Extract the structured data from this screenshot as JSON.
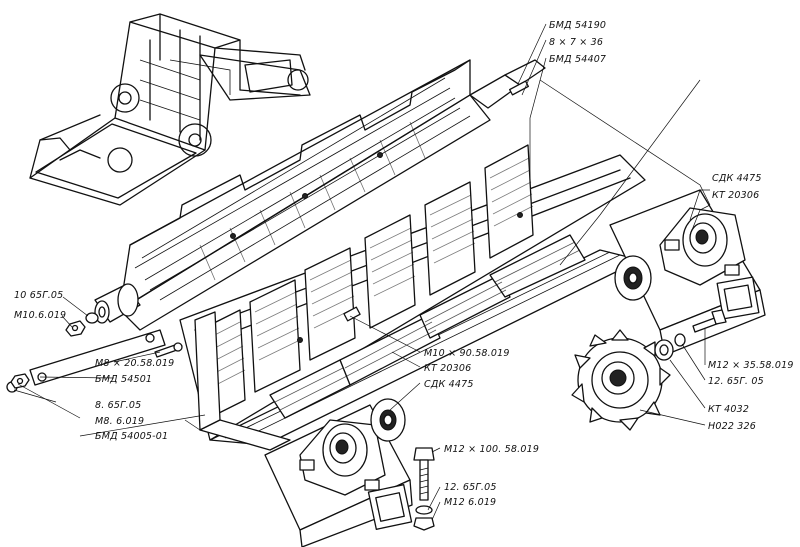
{
  "labels": {
    "bmd_54190": "БМД 54190",
    "dim_8x7x36": "8 × 7 × 36",
    "bmd_54407": "БМД 54407",
    "sdk_4475_top": "СДК 4475",
    "kt_20306_top": "КТ 20306",
    "nut_10_65g": "10 65Г.05",
    "nut_m10": "М10.6.019",
    "bolt_m10x90": "М10 × 90.58.019",
    "kt_20306_mid": "КТ 20306",
    "sdk_4475_mid": "СДК 4475",
    "bolt_m8x20": "М8 × 20.58.019",
    "bmd_54501": "БМД 54501",
    "washer_8_65g": "8. 65Г.05",
    "nut_m8": "М8. 6.019",
    "bmd_54005": "БМД 54005-01",
    "bolt_m12x35": "М12 × 35.58.019",
    "washer_12_65g_right": "12. 65Г. 05",
    "kt_4032": "КТ 4032",
    "n022_326": "Н022 326",
    "bolt_m12x100": "М12 × 100. 58.019",
    "washer_12_65g_bottom": "12. 65Г.05",
    "nut_m12": "М12 6.019"
  }
}
